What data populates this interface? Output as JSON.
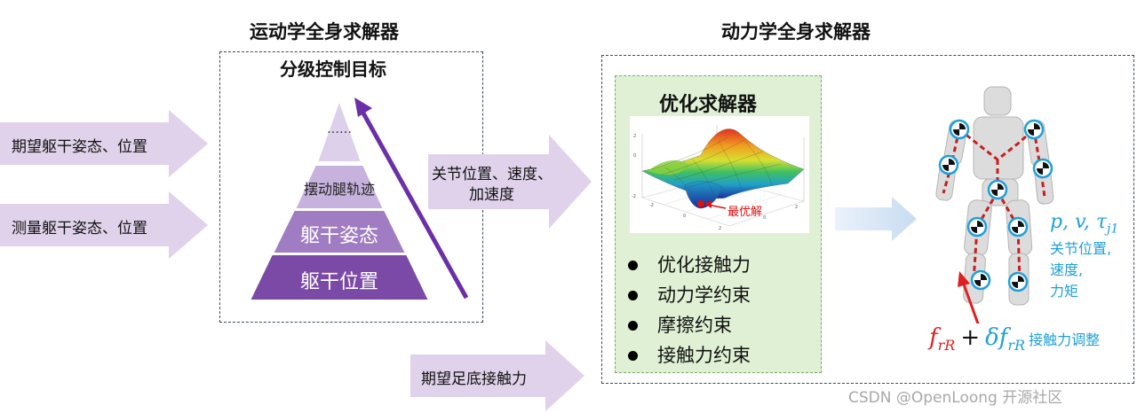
{
  "kinematics": {
    "title": "运动学全身求解器",
    "box_title": "分级控制目标",
    "pyramid_levels": [
      "……",
      "摆动腿轨迹",
      "躯干姿态",
      "躯干位置"
    ]
  },
  "dynamics": {
    "title": "动力学全身求解器"
  },
  "inputs": {
    "desired_pose": "期望躯干姿态、位置",
    "measured_pose": "测量躯干姿态、位置",
    "desired_force": "期望足底接触力"
  },
  "joint_arrow": {
    "line1": "关节位置、速度、",
    "line2": "加速度"
  },
  "optimizer": {
    "title": "优化求解器",
    "optimum_label": "最优解",
    "bullets": [
      "优化接触力",
      "动力学约束",
      "摩擦约束",
      "接触力约束"
    ]
  },
  "robot": {
    "output_math": "p, v, τ",
    "output_sub": "j1",
    "output_lines": [
      "关节位置,",
      "速度,",
      "力矩"
    ],
    "force_f": "f",
    "force_sub": "rR",
    "plus": "+",
    "delta_f": "δf",
    "adjust_label": "接触力调整"
  },
  "watermark": "CSDN @OpenLoong 开源社区",
  "colors": {
    "input_arrow": "#dfd2ea",
    "pyramid_dark": "#7b4aa6",
    "pyramid_mid": "#a07cc2",
    "pyramid_light": "#c7b2dd",
    "pyramid_top": "#ddd0ea",
    "optimizer_bg": "#dff0d4",
    "force_red": "#e02020",
    "label_blue": "#1ea0d8"
  }
}
